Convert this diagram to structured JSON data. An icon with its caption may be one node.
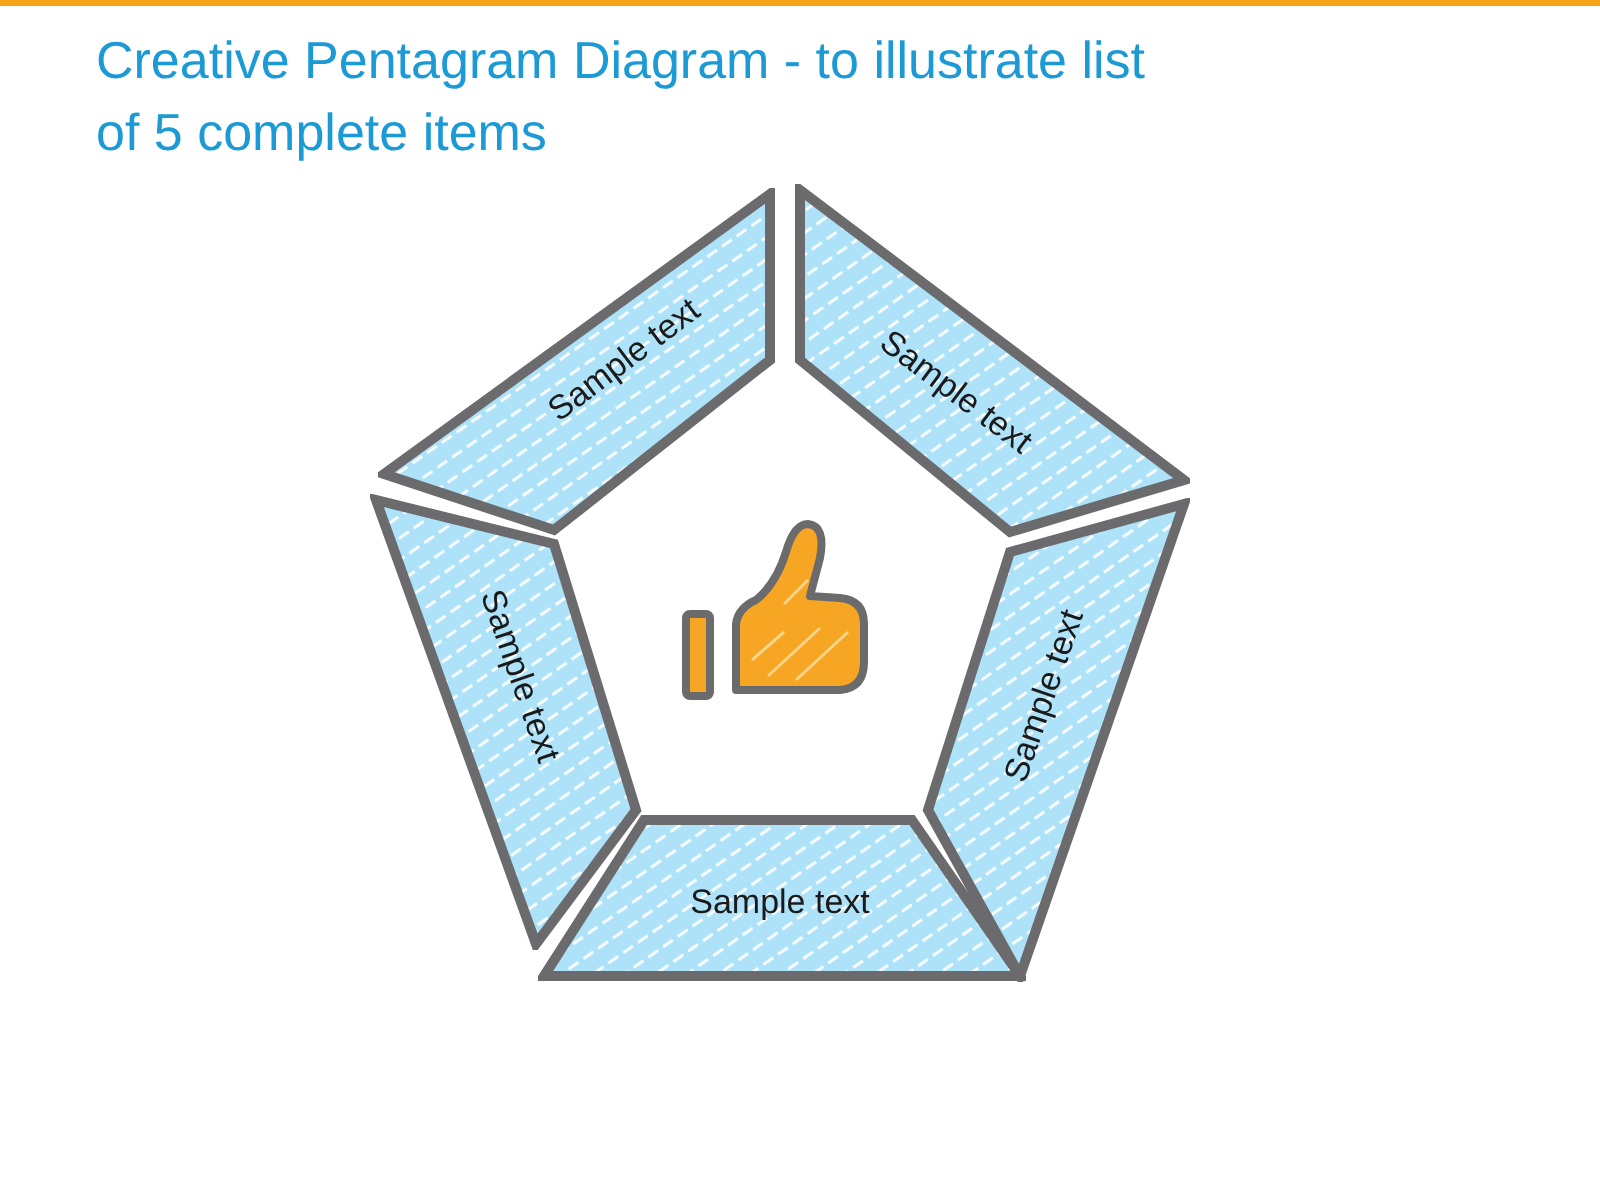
{
  "diagram": {
    "title": "Creative Pentagram Diagram - to illustrate list of 5 complete items",
    "nodes": [
      {
        "text": [
          "Sample text"
        ]
      },
      {
        "text": [
          "Sample text"
        ]
      },
      {
        "text": [
          "Sample text"
        ]
      },
      {
        "text": [
          "Sample text"
        ]
      },
      {
        "text": [
          "Sample text"
        ]
      }
    ]
  }
}
